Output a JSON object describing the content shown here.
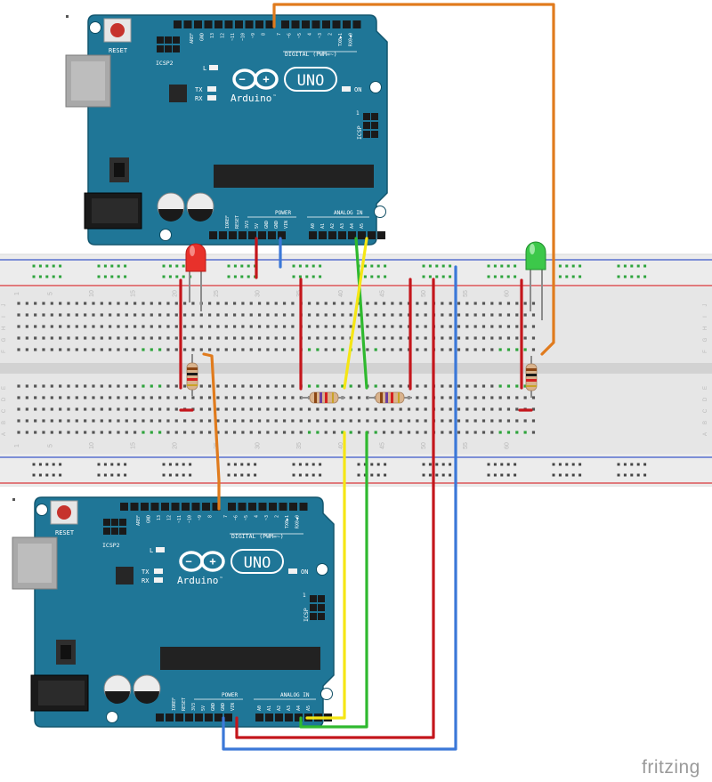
{
  "watermark": "fritzing",
  "boards": [
    {
      "id": "top",
      "reset": "RESET",
      "icsp2": "ICSP2",
      "icsp": "ICSP",
      "icsp_pin": "1",
      "led_l": "L",
      "led_tx": "TX",
      "led_rx": "RX",
      "led_on": "ON",
      "logo_text": "Arduino",
      "uno": "UNO",
      "tm": "™",
      "digital": "DIGITAL (PWM=~)",
      "digital_pins": [
        "AREF",
        "GND",
        "13",
        "12",
        "~11",
        "~10",
        "~9",
        "8",
        "7",
        "~6",
        "~5",
        "4",
        "~3",
        "2",
        "TX0▶1",
        "RX0◀0"
      ],
      "power": "POWER",
      "power_pins": [
        "IOREF",
        "RESET",
        "3V3",
        "5V",
        "GND",
        "GND",
        "VIN"
      ],
      "analog": "ANALOG IN",
      "analog_pins": [
        "A0",
        "A1",
        "A2",
        "A3",
        "A4",
        "A5"
      ]
    },
    {
      "id": "bottom",
      "reset": "RESET",
      "icsp2": "ICSP2",
      "icsp": "ICSP",
      "icsp_pin": "1",
      "led_l": "L",
      "led_tx": "TX",
      "led_rx": "RX",
      "led_on": "ON",
      "logo_text": "Arduino",
      "uno": "UNO",
      "tm": "™",
      "digital": "DIGITAL (PWM=~)",
      "digital_pins": [
        "AREF",
        "GND",
        "13",
        "12",
        "~11",
        "~10",
        "~9",
        "8",
        "7",
        "~6",
        "~5",
        "4",
        "~3",
        "2",
        "TX0▶1",
        "RX0◀0"
      ],
      "power": "POWER",
      "power_pins": [
        "IOREF",
        "RESET",
        "3V3",
        "5V",
        "GND",
        "GND",
        "VIN"
      ],
      "analog": "ANALOG IN",
      "analog_pins": [
        "A0",
        "A1",
        "A2",
        "A3",
        "A4",
        "A5"
      ]
    }
  ],
  "breadboard": {
    "row_letters_top": [
      "J",
      "I",
      "H",
      "G",
      "F"
    ],
    "row_letters_bottom": [
      "E",
      "D",
      "C",
      "B",
      "A"
    ],
    "column_numbers": [
      "1",
      "5",
      "10",
      "15",
      "20",
      "25",
      "30",
      "35",
      "40",
      "45",
      "50",
      "55",
      "60"
    ]
  },
  "colors": {
    "board": "#1f7697",
    "board_edge": "#12566f",
    "wire_orange": "#e07b1d",
    "wire_red": "#c4161c",
    "wire_blue": "#3b78d8",
    "wire_yellow": "#f5e614",
    "wire_green": "#2fb92f",
    "led_red": "#e8312b",
    "led_green": "#3cc84a",
    "breadboard": "#e6e6e6",
    "hole_green": "#2ea43c",
    "rail_red": "#d9353a",
    "rail_blue": "#3b57c9"
  },
  "components": {
    "leds": [
      "red-led",
      "green-led"
    ],
    "resistors": [
      "resistor-red-led",
      "resistor-green-led",
      "resistor-left-h",
      "resistor-right-h"
    ]
  }
}
